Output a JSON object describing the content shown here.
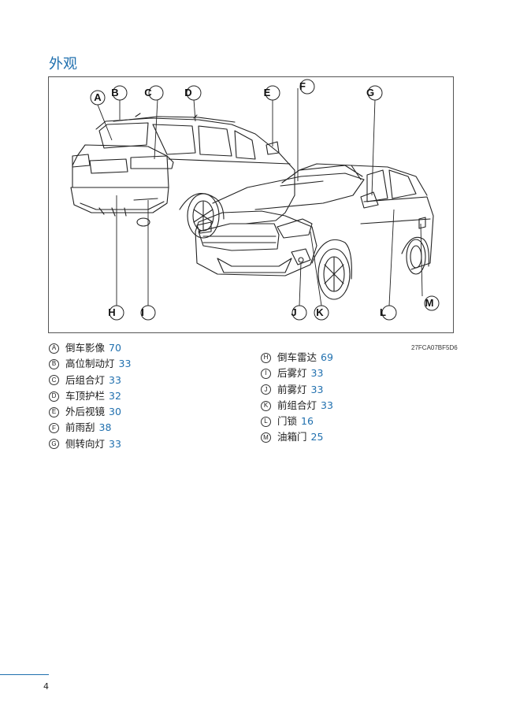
{
  "section_title": "外观",
  "figure": {
    "code": "27FCA07BF5D6",
    "callouts": [
      "A",
      "B",
      "C",
      "D",
      "E",
      "F",
      "G",
      "H",
      "I",
      "J",
      "K",
      "L",
      "M"
    ]
  },
  "legend_left": [
    {
      "mark": "A",
      "name": "倒车影像",
      "page": "70"
    },
    {
      "mark": "B",
      "name": "高位制动灯",
      "page": "33"
    },
    {
      "mark": "C",
      "name": "后组合灯",
      "page": "33"
    },
    {
      "mark": "D",
      "name": "车顶护栏",
      "page": "32"
    },
    {
      "mark": "E",
      "name": "外后视镜",
      "page": "30"
    },
    {
      "mark": "F",
      "name": "前雨刮",
      "page": "38"
    },
    {
      "mark": "G",
      "name": "侧转向灯",
      "page": "33"
    }
  ],
  "legend_right": [
    {
      "mark": "H",
      "name": "倒车雷达",
      "page": "69"
    },
    {
      "mark": "I",
      "name": "后雾灯",
      "page": "33"
    },
    {
      "mark": "J",
      "name": "前雾灯",
      "page": "33"
    },
    {
      "mark": "K",
      "name": "前组合灯",
      "page": "33"
    },
    {
      "mark": "L",
      "name": "门锁",
      "page": "16"
    },
    {
      "mark": "M",
      "name": "油箱门",
      "page": "25"
    }
  ],
  "page_number": "4",
  "colors": {
    "accent": "#1f6fae",
    "line": "#222222"
  }
}
